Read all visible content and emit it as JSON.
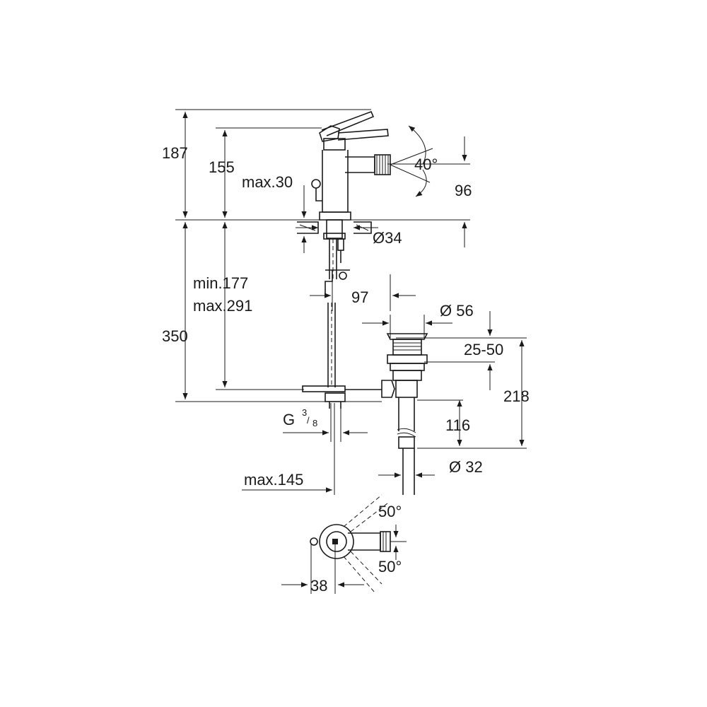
{
  "dimensions": {
    "d187": "187",
    "d155": "155",
    "max30": "max.30",
    "angle40": "40°",
    "d96": "96",
    "dia34": "Ø34",
    "min177": "min.177",
    "max291": "max.291",
    "d97": "97",
    "d350": "350",
    "dia56": "Ø 56",
    "d25_50": "25-50",
    "d218": "218",
    "thread_g": "G",
    "thread_num": "3",
    "thread_den": "8",
    "d116": "116",
    "max145": "max.145",
    "dia32": "Ø 32",
    "angle50_top": "50°",
    "angle50_bottom": "50°",
    "d38": "38"
  }
}
